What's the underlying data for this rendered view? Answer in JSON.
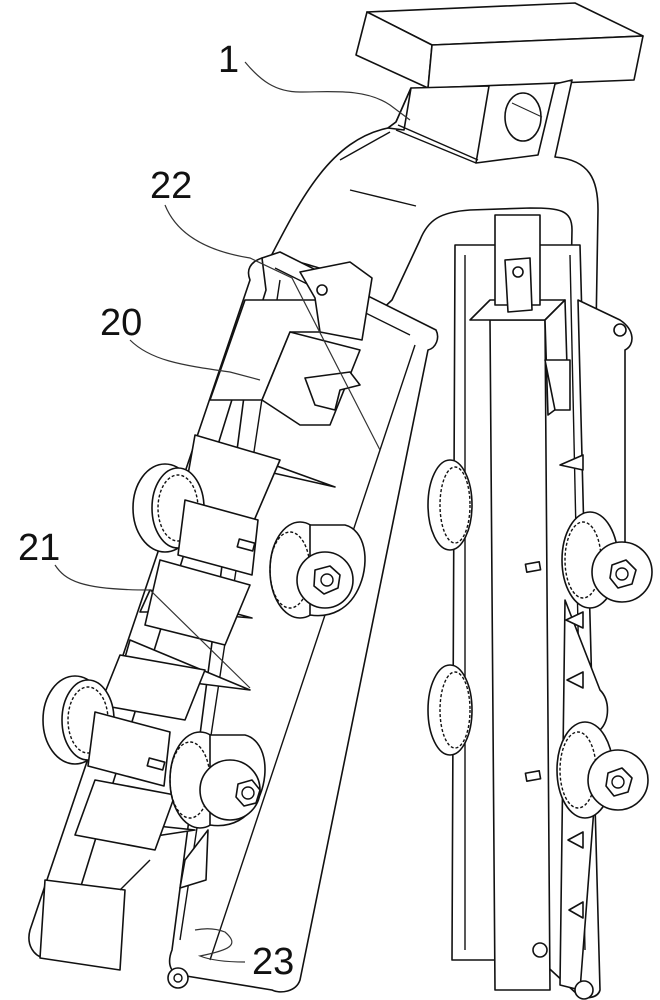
{
  "figure": {
    "type": "mechanical line drawing",
    "colors": {
      "line": "#111111",
      "background": "#ffffff"
    },
    "reference_labels": [
      {
        "id": "1",
        "text": "1",
        "part": "hanger-frame"
      },
      {
        "id": "22",
        "text": "22",
        "part": "connecting-link"
      },
      {
        "id": "20",
        "text": "20",
        "part": "clamping-block"
      },
      {
        "id": "21",
        "text": "21",
        "part": "roller-assembly"
      },
      {
        "id": "23",
        "text": "23",
        "part": "side-plate"
      }
    ]
  }
}
